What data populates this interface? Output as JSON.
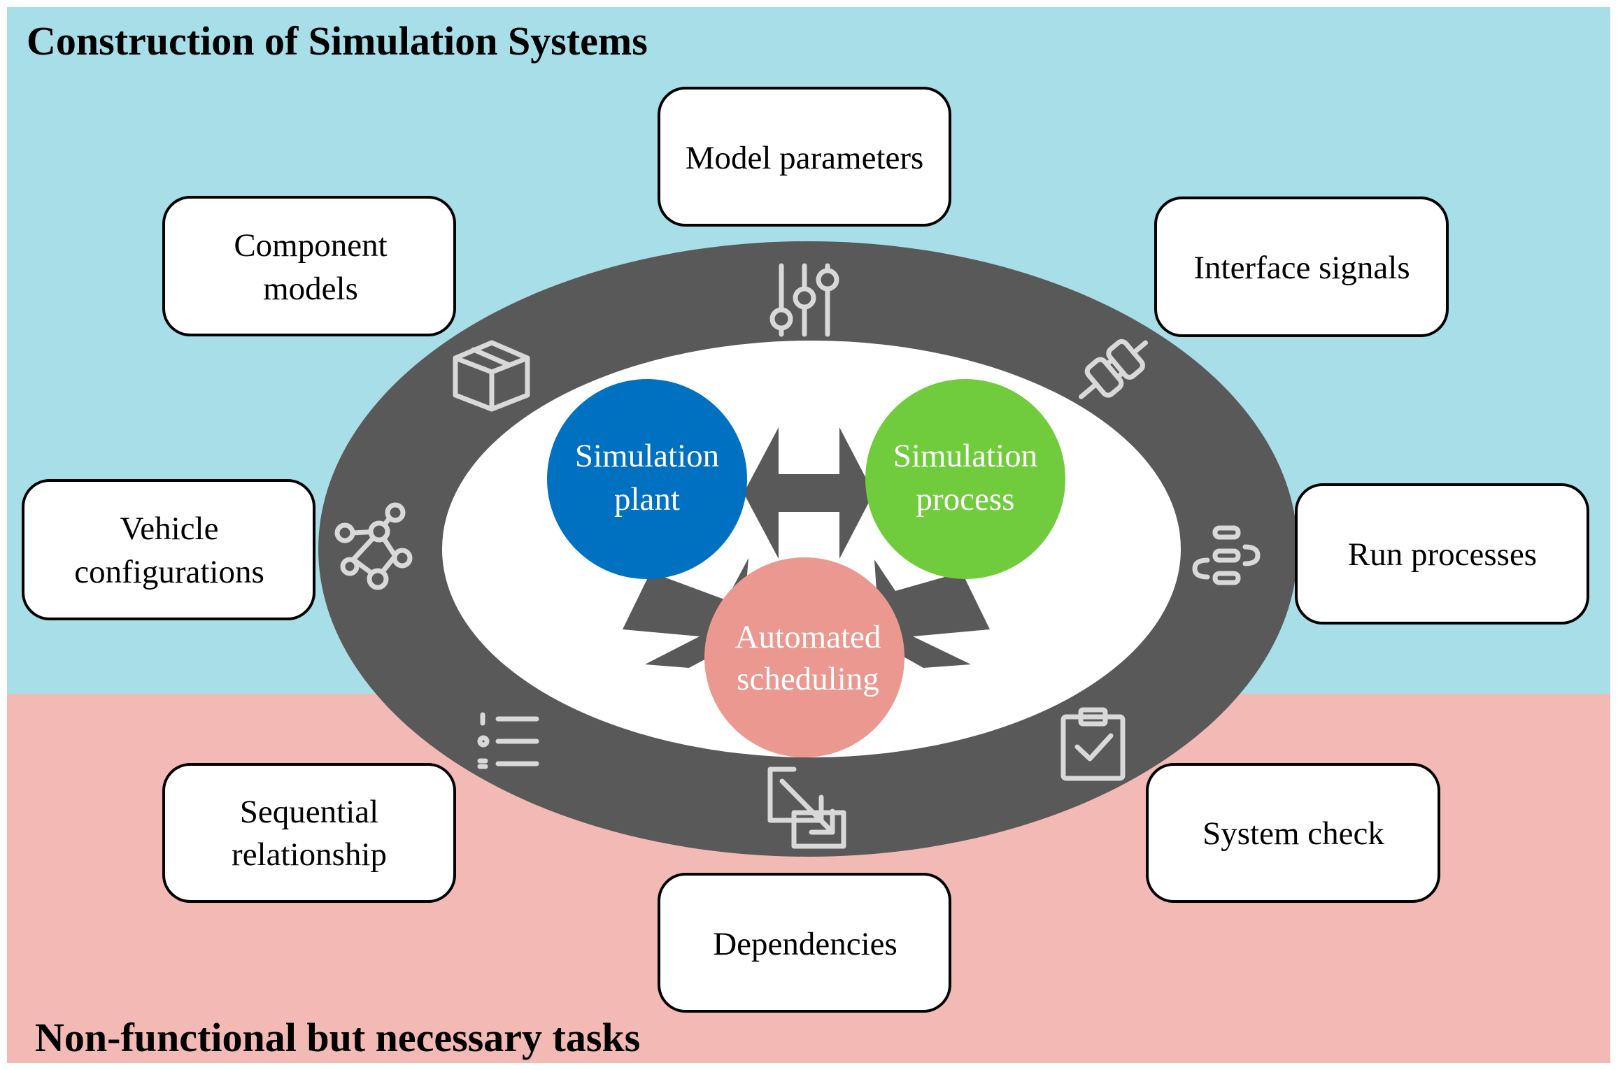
{
  "titles": {
    "top": "Construction of Simulation Systems",
    "bottom": "Non-functional but necessary tasks"
  },
  "colors": {
    "top_band": "#a7dee8",
    "bottom_band": "#f2b9b5",
    "ring": "#595959",
    "plant": "#0070c0",
    "process": "#70cc3c",
    "scheduling": "#ea9890"
  },
  "center": {
    "plant": [
      "Simulation",
      "plant"
    ],
    "process": [
      "Simulation",
      "process"
    ],
    "scheduling": [
      "Automated",
      "scheduling"
    ]
  },
  "boxes": {
    "model_parameters": [
      "Model parameters"
    ],
    "component_models": [
      "Component",
      "models"
    ],
    "interface_signals": [
      "Interface signals"
    ],
    "vehicle_configurations": [
      "Vehicle",
      "configurations"
    ],
    "run_processes": [
      "Run processes"
    ],
    "sequential_relationship": [
      "Sequential",
      "relationship"
    ],
    "system_check": [
      "System check"
    ],
    "dependencies": [
      "Dependencies"
    ]
  },
  "icons": {
    "model_parameters": "sliders-icon",
    "component_models": "cube-icon",
    "interface_signals": "plug-icon",
    "vehicle_configurations": "network-graph-icon",
    "run_processes": "process-flow-icon",
    "sequential_relationship": "numbered-list-icon",
    "dependencies": "link-arrow-icon",
    "system_check": "clipboard-check-icon"
  }
}
